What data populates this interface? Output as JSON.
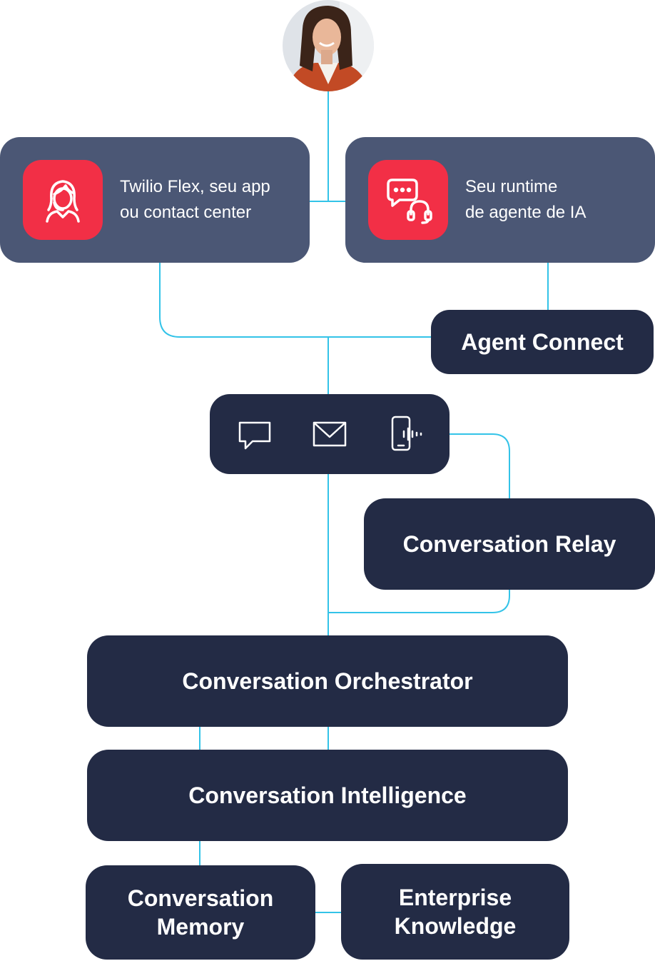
{
  "colors": {
    "accent_red": "#f22f46",
    "box_dark": "#232b45",
    "box_slate": "#4b5775",
    "connector": "#33c3e8",
    "text": "#ffffff"
  },
  "user": {
    "avatar_icon": "person-avatar-icon"
  },
  "entry_points": [
    {
      "icon": "agent-headset-woman-icon",
      "line1": "Twilio Flex, seu app",
      "line2": "ou contact center"
    },
    {
      "icon": "chat-headset-icon",
      "line1": "Seu runtime",
      "line2": "de agente de IA"
    }
  ],
  "agent_connect": {
    "label": "Agent Connect"
  },
  "channels": {
    "icons": [
      "chat-bubble-icon",
      "envelope-icon",
      "phone-voice-icon"
    ]
  },
  "conversation_relay": {
    "label": "Conversation Relay"
  },
  "orchestrator": {
    "label": "Conversation Orchestrator"
  },
  "intelligence": {
    "label": "Conversation Intelligence"
  },
  "memory": {
    "line1": "Conversation",
    "line2": "Memory"
  },
  "knowledge": {
    "line1": "Enterprise",
    "line2": "Knowledge"
  }
}
